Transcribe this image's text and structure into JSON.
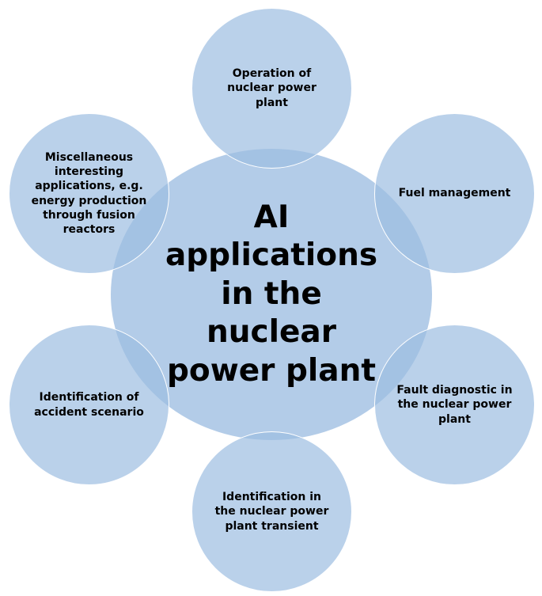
{
  "diagram": {
    "center": {
      "title": "AI\napplications\nin the\nnuclear\npower plant"
    },
    "nodes": [
      {
        "text": "Operation of\nnuclear power\nplant"
      },
      {
        "text": "Fuel management"
      },
      {
        "text": "Fault diagnostic in\nthe nuclear power\nplant"
      },
      {
        "text": "Identification in\nthe nuclear power\nplant transient"
      },
      {
        "text": "Identification of\naccident scenario"
      },
      {
        "text": "Miscellaneous\ninteresting\napplications, e.g.\nenergy production\nthrough fusion\nreactors"
      }
    ]
  },
  "colors": {
    "circle_fill": "#9dbee1",
    "circle_border": "#ffffff",
    "text": "#000000"
  }
}
